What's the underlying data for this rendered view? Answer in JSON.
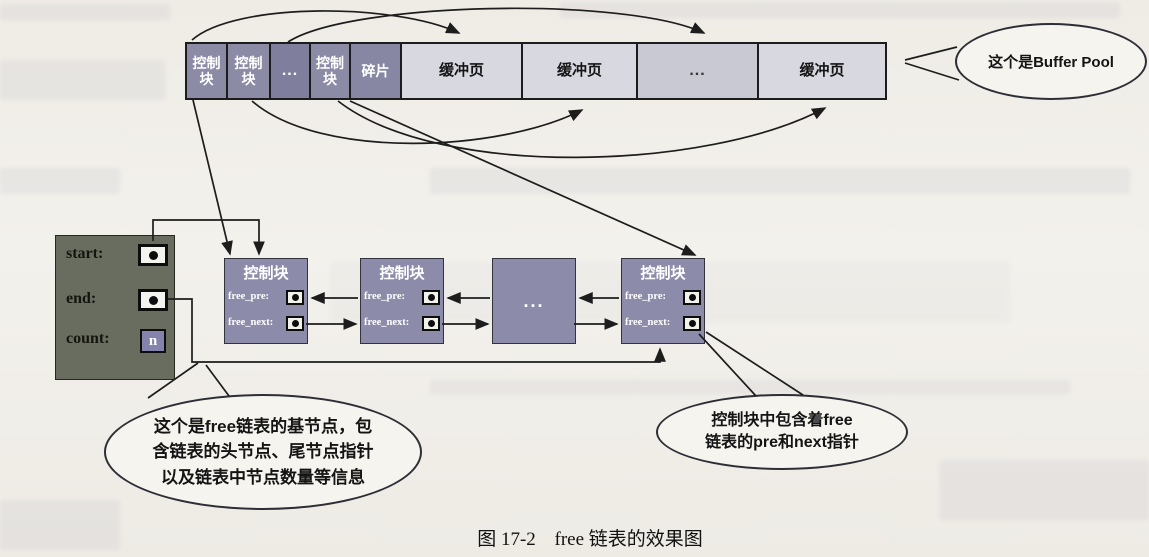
{
  "buffer_pool_bar": {
    "segments": [
      {
        "label": "控制块",
        "kind": "control-block"
      },
      {
        "label": "控制块",
        "kind": "control-block"
      },
      {
        "label": "...",
        "kind": "control-ellipsis"
      },
      {
        "label": "控制块",
        "kind": "control-block"
      },
      {
        "label": "碎片",
        "kind": "fragment"
      },
      {
        "label": "缓冲页",
        "kind": "buffer-page"
      },
      {
        "label": "缓冲页",
        "kind": "buffer-page"
      },
      {
        "label": "...",
        "kind": "buffer-ellipsis"
      },
      {
        "label": "缓冲页",
        "kind": "buffer-page"
      }
    ]
  },
  "callouts": {
    "buffer_pool": "这个是Buffer Pool",
    "base_node_line1": "这个是free链表的基节点，包",
    "base_node_line2": "含链表的头节点、尾节点指针",
    "base_node_line3": "以及链表中节点数量等信息",
    "control_block_line1": "控制块中包含着free",
    "control_block_line2": "链表的pre和next指针"
  },
  "base_node": {
    "start_label": "start:",
    "end_label": "end:",
    "count_label": "count:",
    "count_value": "n"
  },
  "control_block_detail": {
    "title": "控制块",
    "ellipsis": "...",
    "free_pre_label": "free_pre:",
    "free_next_label": "free_next:"
  },
  "caption": {
    "figure_no": "图 17-2",
    "title": "free 链表的效果图"
  },
  "colors": {
    "control_block_fill": "#8b8ba6",
    "buffer_page_fill": "#d8d8e0",
    "base_node_fill": "#696d60",
    "count_box_fill": "#8383ab",
    "line_color": "#1d1d1d",
    "page_background": "#f1eee9"
  }
}
